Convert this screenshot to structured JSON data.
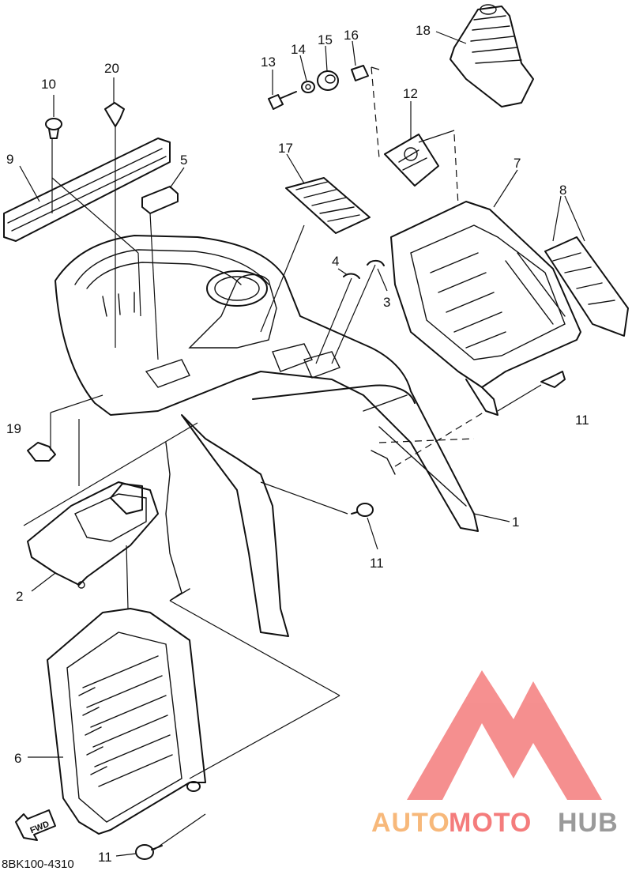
{
  "diagram": {
    "callouts": {
      "c1": "1",
      "c2": "2",
      "c3": "3",
      "c4": "4",
      "c5": "5",
      "c6": "6",
      "c7": "7",
      "c8": "8",
      "c9": "9",
      "c10": "10",
      "c11a": "11",
      "c11b": "11",
      "c11c": "11",
      "c12": "12",
      "c13": "13",
      "c14": "14",
      "c15": "15",
      "c16": "16",
      "c17": "17",
      "c18": "18",
      "c19": "19",
      "c20": "20"
    },
    "fwd_label": "FWD",
    "drawing_code": "8BK100-4310"
  },
  "watermark": {
    "part1": "AUTO",
    "part2": "MOTO",
    "part3": "HUB",
    "color_orange": "#f7b87a",
    "color_red": "#f47c7c",
    "color_gray": "#9a9a9a"
  }
}
